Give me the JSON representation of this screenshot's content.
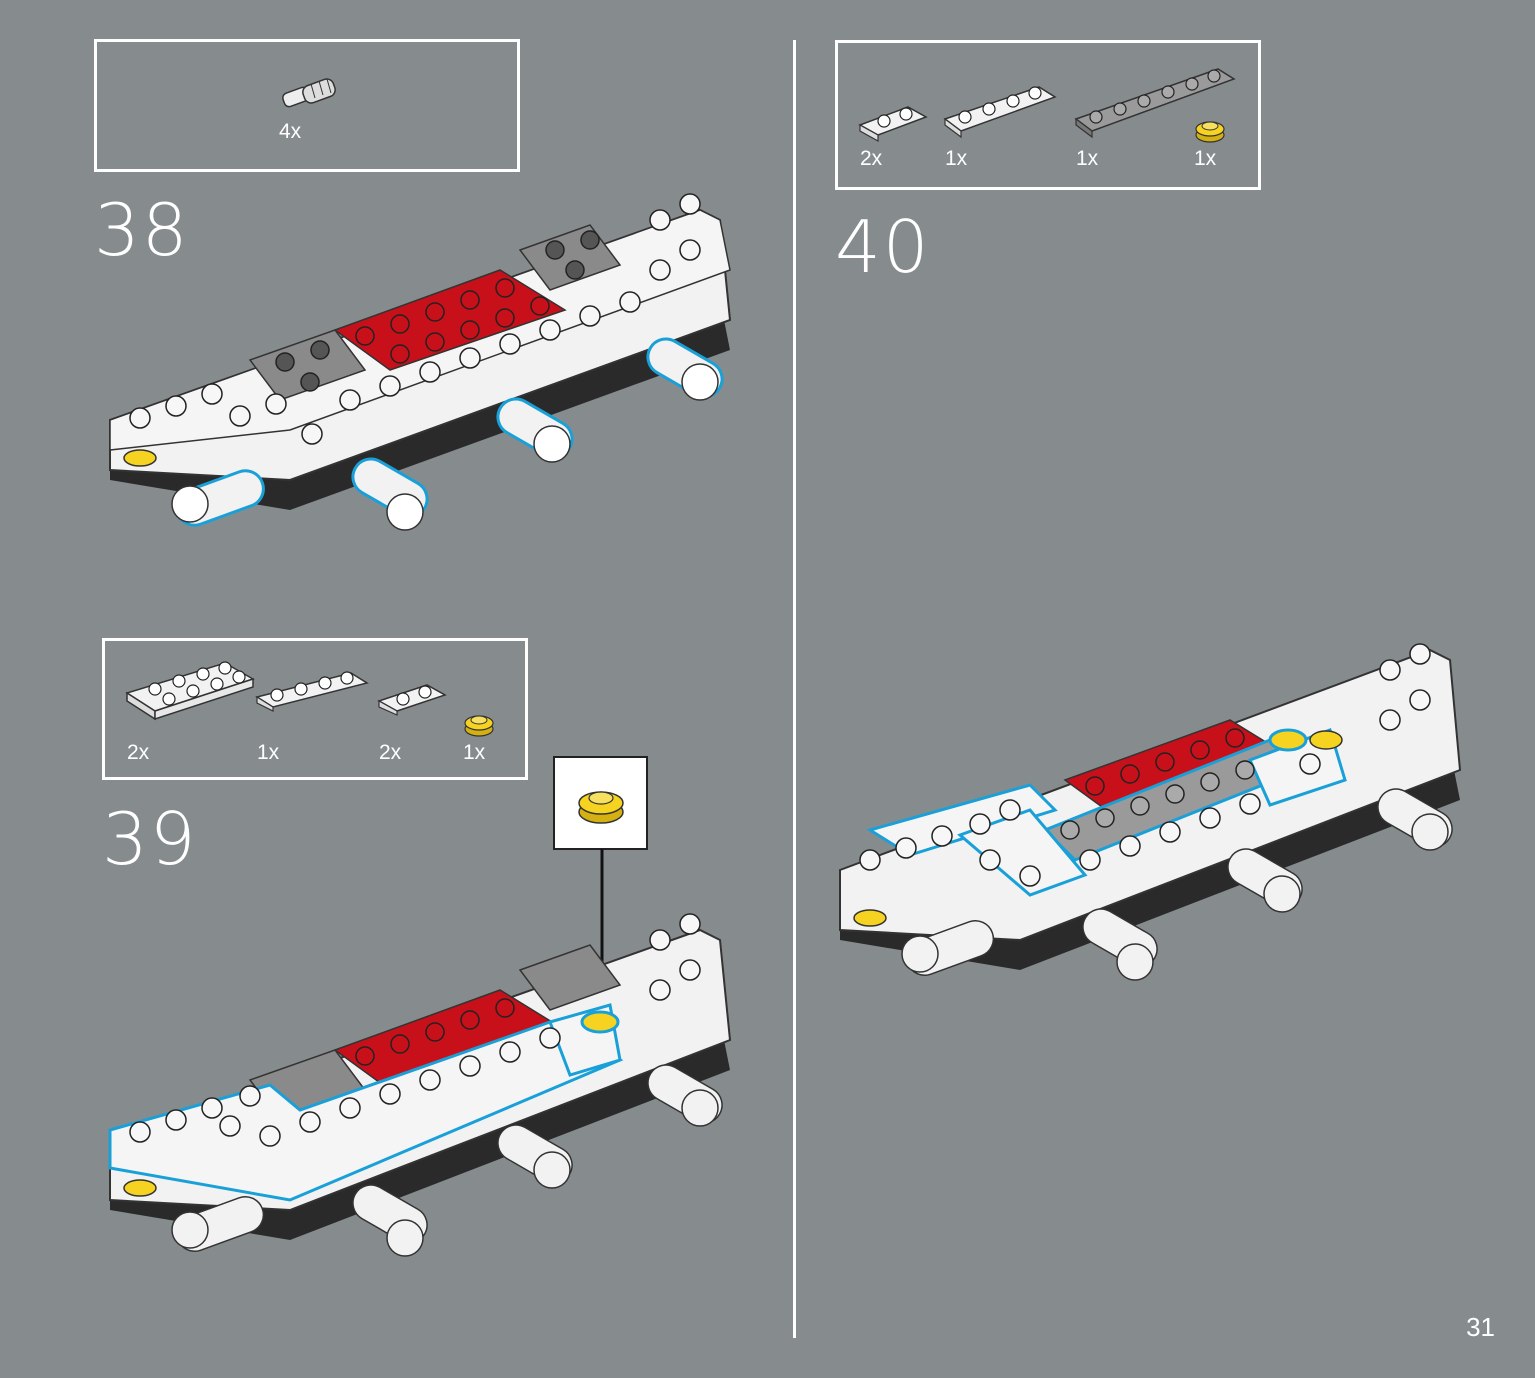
{
  "page_number": "31",
  "steps": [
    {
      "number": "38",
      "parts": [
        {
          "qty": "4x",
          "icon": "light-blaster-part-icon"
        }
      ]
    },
    {
      "number": "39",
      "parts": [
        {
          "qty": "2x",
          "icon": "plate-2x4-white-icon"
        },
        {
          "qty": "1x",
          "icon": "plate-1x4-white-icon"
        },
        {
          "qty": "2x",
          "icon": "plate-1x2-white-icon"
        },
        {
          "qty": "1x",
          "icon": "round-plate-1x1-yellow-icon"
        }
      ]
    },
    {
      "number": "40",
      "parts": [
        {
          "qty": "2x",
          "icon": "plate-1x2-white-icon"
        },
        {
          "qty": "1x",
          "icon": "plate-1x4-white-icon"
        },
        {
          "qty": "1x",
          "icon": "plate-1x6-gray-icon"
        },
        {
          "qty": "1x",
          "icon": "round-plate-1x1-yellow-icon"
        }
      ]
    }
  ],
  "colors": {
    "background": "#868c8e",
    "highlight": "#1aa0d8",
    "red": "#c8101a",
    "yellow": "#f5d320",
    "white": "#f2f2f2",
    "dark_gray": "#4a4a4a"
  }
}
